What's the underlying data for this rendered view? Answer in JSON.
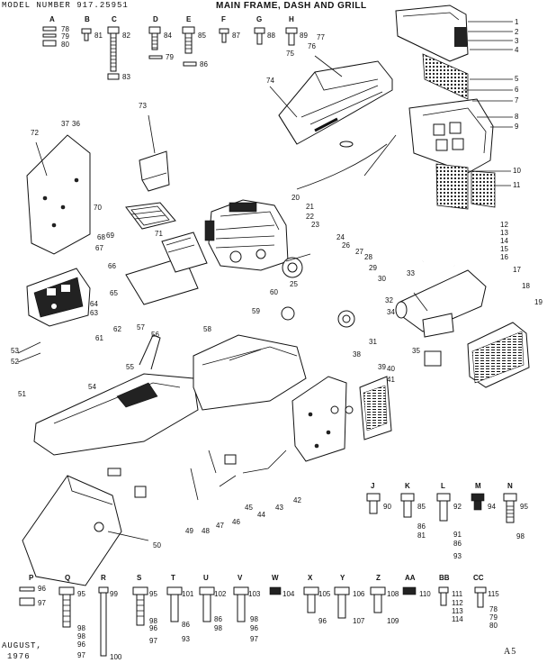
{
  "header": {
    "model": "MODEL NUMBER 917.25951",
    "title": "MAIN FRAME, DASH AND GRILL"
  },
  "footer": {
    "date_line1": "AUGUST,",
    "date_line2": "1976",
    "page_number": "A5"
  },
  "hardware_top": {
    "letters": [
      "A",
      "B",
      "C",
      "D",
      "E",
      "F",
      "G",
      "H"
    ],
    "numbers": [
      "78",
      "79",
      "80",
      "81",
      "82",
      "83",
      "84",
      "79",
      "85",
      "86",
      "87",
      "88",
      "89"
    ]
  },
  "callouts_main": [
    "1",
    "2",
    "3",
    "4",
    "5",
    "6",
    "7",
    "8",
    "9",
    "10",
    "11",
    "12",
    "13",
    "14",
    "15",
    "16",
    "17",
    "18",
    "19",
    "20",
    "21",
    "22",
    "23",
    "24",
    "25",
    "26",
    "27",
    "28",
    "29",
    "30",
    "31",
    "32",
    "33",
    "34",
    "35",
    "36",
    "37",
    "38",
    "39",
    "40",
    "41",
    "42",
    "43",
    "44",
    "45",
    "46",
    "47",
    "48",
    "49",
    "50",
    "51",
    "52",
    "53",
    "54",
    "55",
    "56",
    "57",
    "58",
    "59",
    "60",
    "61",
    "62",
    "63",
    "64",
    "65",
    "66",
    "67",
    "68",
    "69",
    "70",
    "71",
    "72",
    "73",
    "74",
    "75",
    "76",
    "77"
  ],
  "callout_letters": [
    "A",
    "B",
    "C",
    "D",
    "E",
    "F",
    "G",
    "H",
    "J",
    "K",
    "L",
    "M",
    "N",
    "P",
    "Q",
    "R",
    "S",
    "T",
    "U",
    "V",
    "W",
    "X",
    "Y",
    "Z",
    "AA",
    "BB",
    "CC"
  ],
  "hardware_mid": {
    "letters": [
      "J",
      "K",
      "L",
      "M",
      "N"
    ],
    "numbers": [
      "90",
      "85",
      "86",
      "81",
      "92",
      "91",
      "86",
      "93",
      "94",
      "95",
      "98"
    ]
  },
  "hardware_bottom": {
    "letters": [
      "P",
      "Q",
      "R",
      "S",
      "T",
      "U",
      "V",
      "W",
      "X",
      "Y",
      "Z",
      "AA",
      "BB",
      "CC"
    ],
    "numbers": [
      "96",
      "97",
      "95",
      "98",
      "98",
      "96",
      "97",
      "99",
      "100",
      "95",
      "98",
      "96",
      "97",
      "101",
      "86",
      "93",
      "102",
      "86",
      "98",
      "103",
      "98",
      "96",
      "97",
      "104",
      "105",
      "96",
      "106",
      "107",
      "108",
      "109",
      "110",
      "111",
      "112",
      "113",
      "114",
      "115",
      "78",
      "79",
      "80"
    ]
  }
}
